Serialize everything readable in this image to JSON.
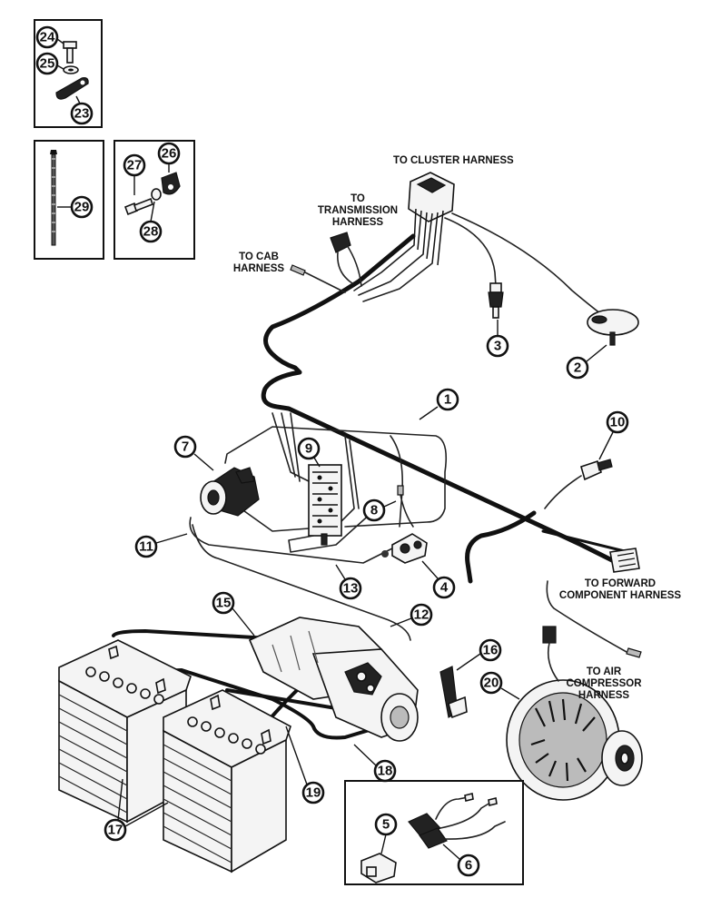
{
  "labels": {
    "cluster": "TO CLUSTER HARNESS",
    "transmission": [
      "TO",
      "TRANSMISSION",
      "HARNESS"
    ],
    "cab": [
      "TO CAB",
      "HARNESS"
    ],
    "forward": [
      "TO FORWARD",
      "COMPONENT HARNESS"
    ],
    "air": [
      "TO AIR",
      "COMPRESSOR",
      "HARNESS"
    ]
  },
  "callouts": {
    "c1": "1",
    "c2": "2",
    "c3": "3",
    "c4": "4",
    "c5": "5",
    "c6": "6",
    "c7": "7",
    "c8": "8",
    "c9": "9",
    "c10": "10",
    "c11": "11",
    "c12": "12",
    "c13": "13",
    "c15": "15",
    "c16": "16",
    "c17": "17",
    "c18": "18",
    "c19": "19",
    "c20": "20",
    "c23": "23",
    "c24": "24",
    "c25": "25",
    "c26": "26",
    "c27": "27",
    "c28": "28",
    "c29": "29"
  }
}
